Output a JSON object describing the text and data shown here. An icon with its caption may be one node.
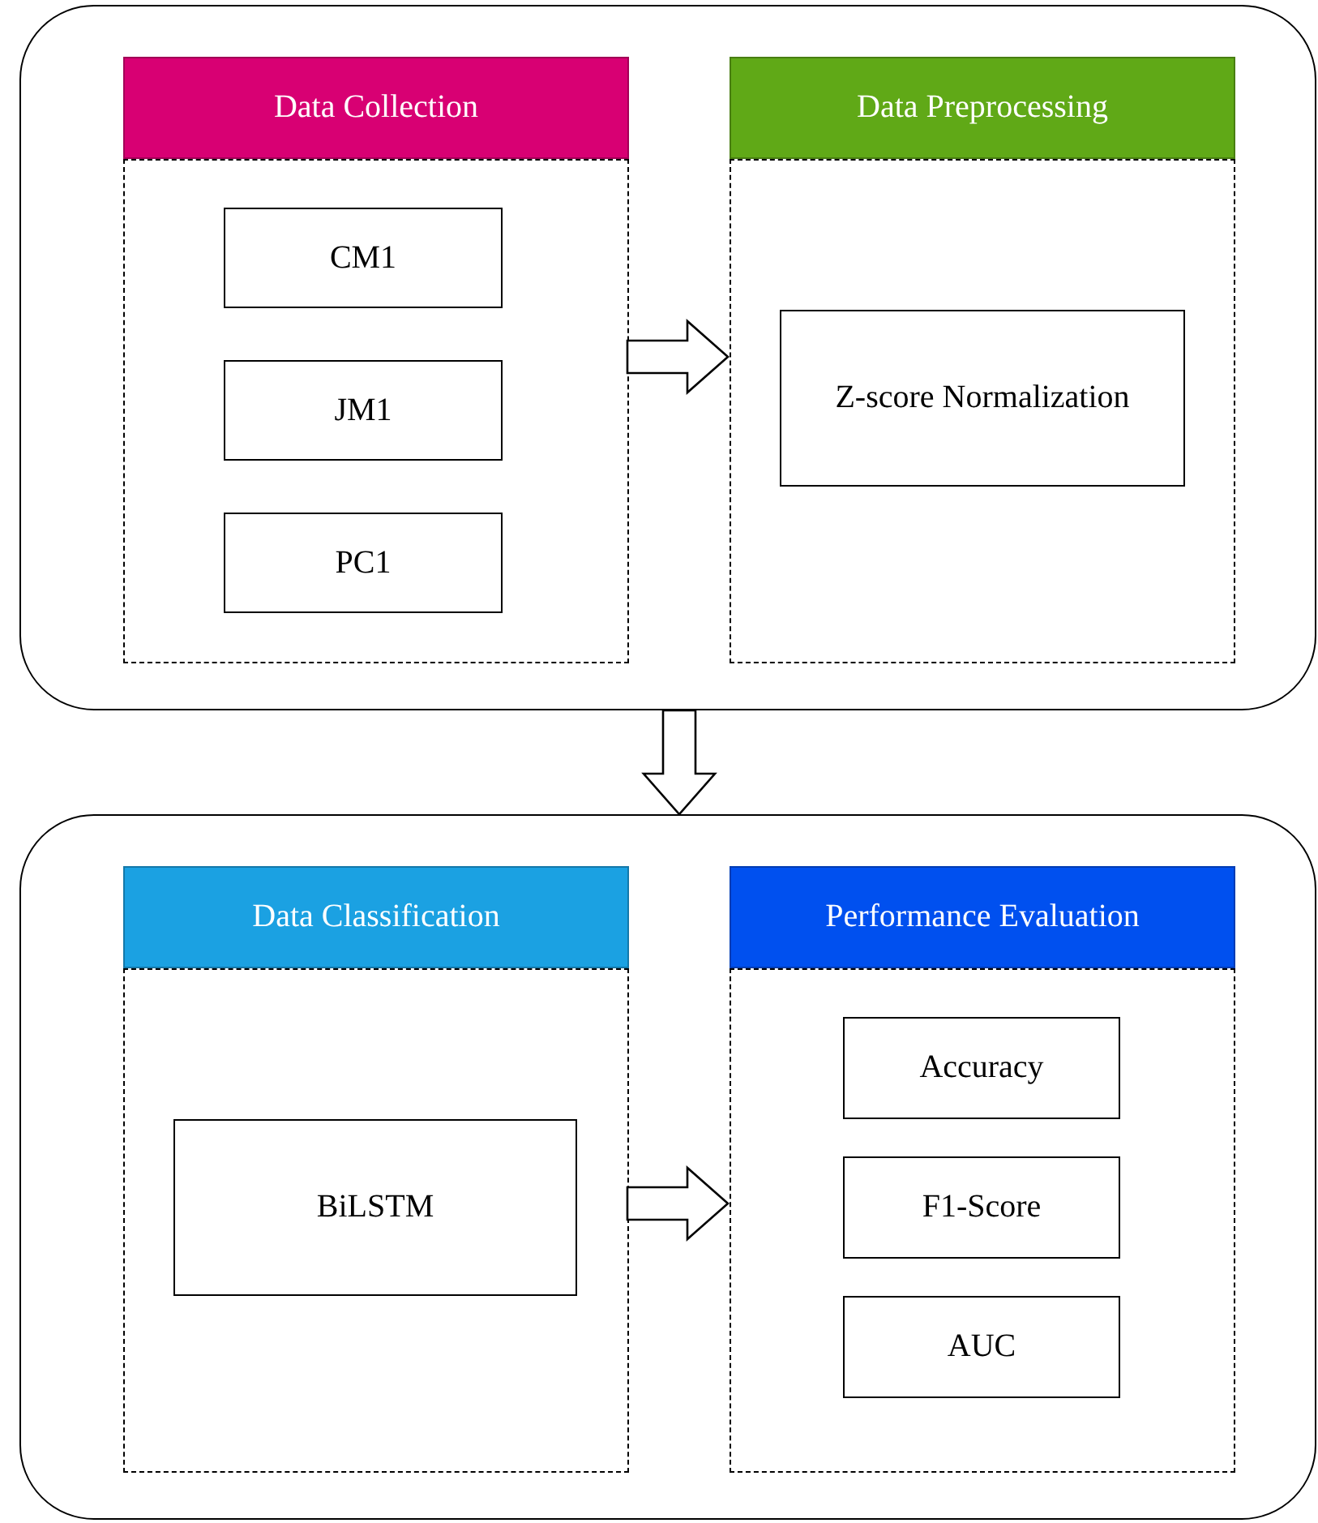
{
  "diagram": {
    "nodes": [
      {
        "text": [],
        "shape": "box"
      },
      {
        "text": [
          "Data Collection"
        ],
        "in": 0
      },
      {
        "text": [
          "CM1"
        ],
        "in": 1
      },
      {
        "text": [
          "JM1"
        ],
        "in": 1
      },
      {
        "text": [
          "PC1"
        ],
        "in": 1
      },
      {
        "text": [
          "Data Preprocessing"
        ],
        "in": 0
      },
      {
        "text": [
          "Z-score Normalization"
        ],
        "in": 5
      },
      {
        "text": [],
        "shape": "box"
      },
      {
        "text": [
          "Data Classification"
        ],
        "in": 7
      },
      {
        "text": [
          "BiLSTM"
        ],
        "in": 8
      },
      {
        "text": [
          "Performance Evaluation"
        ],
        "in": 7
      },
      {
        "text": [
          "Accuracy"
        ],
        "in": 10
      },
      {
        "text": [
          "F1-Score"
        ],
        "in": 10
      },
      {
        "text": [
          "AUC"
        ],
        "in": 10
      }
    ],
    "edges": [
      {
        "from": 1,
        "to": 5,
        "arrow": "to"
      },
      {
        "from": 0,
        "to": 7,
        "arrow": "to"
      },
      {
        "from": 8,
        "to": 10,
        "arrow": "to"
      }
    ]
  }
}
